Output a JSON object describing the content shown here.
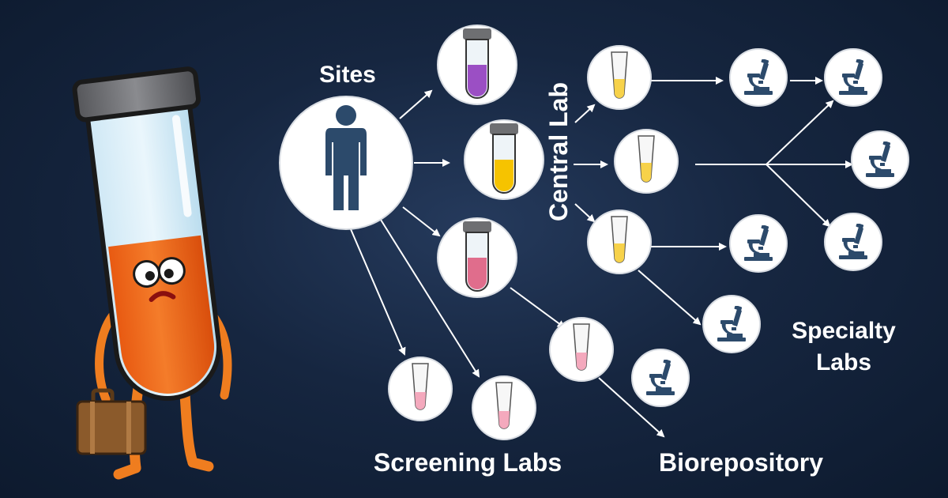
{
  "labels": {
    "sites": "Sites",
    "central_lab": "Central Lab",
    "specialty_line1": "Specialty",
    "specialty_line2": "Labs",
    "screening_labs": "Screening Labs",
    "biorepository": "Biorepository"
  },
  "colors": {
    "background": "#162640",
    "node_fill": "#ffffff",
    "node_stroke": "#d9dde3",
    "icon_blue": "#2c4a6b",
    "arrow": "#ffffff",
    "mascot_liquid": "#f26a1b",
    "mascot_cap": "#6e6f72",
    "purple_sample": "#9b4fc4",
    "yellow_sample": "#f6c300",
    "pale_yellow_sample": "#f7d24a",
    "pink_sample": "#e06d8c",
    "light_pink_sample": "#f4a9bd",
    "suitcase": "#8b5a2b"
  },
  "icons": {
    "mascot": "sad-test-tube-mascot-icon",
    "suitcase": "suitcase-icon",
    "person": "person-icon",
    "tube": "test-tube-icon",
    "microscope": "microscope-icon"
  }
}
